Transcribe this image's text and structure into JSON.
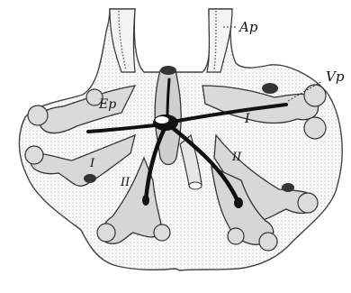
{
  "figure": {
    "labels": {
      "ap": "Ap",
      "vp": "Vp",
      "ep": "Ep",
      "i_right": "I",
      "ii_right": "II",
      "i_left": "I",
      "ii_left": "II"
    },
    "colors": {
      "background": "#ffffff",
      "ink": "#111111",
      "stipple": "#9a9a9a",
      "lobe_fill": "#d6d6d6"
    }
  }
}
